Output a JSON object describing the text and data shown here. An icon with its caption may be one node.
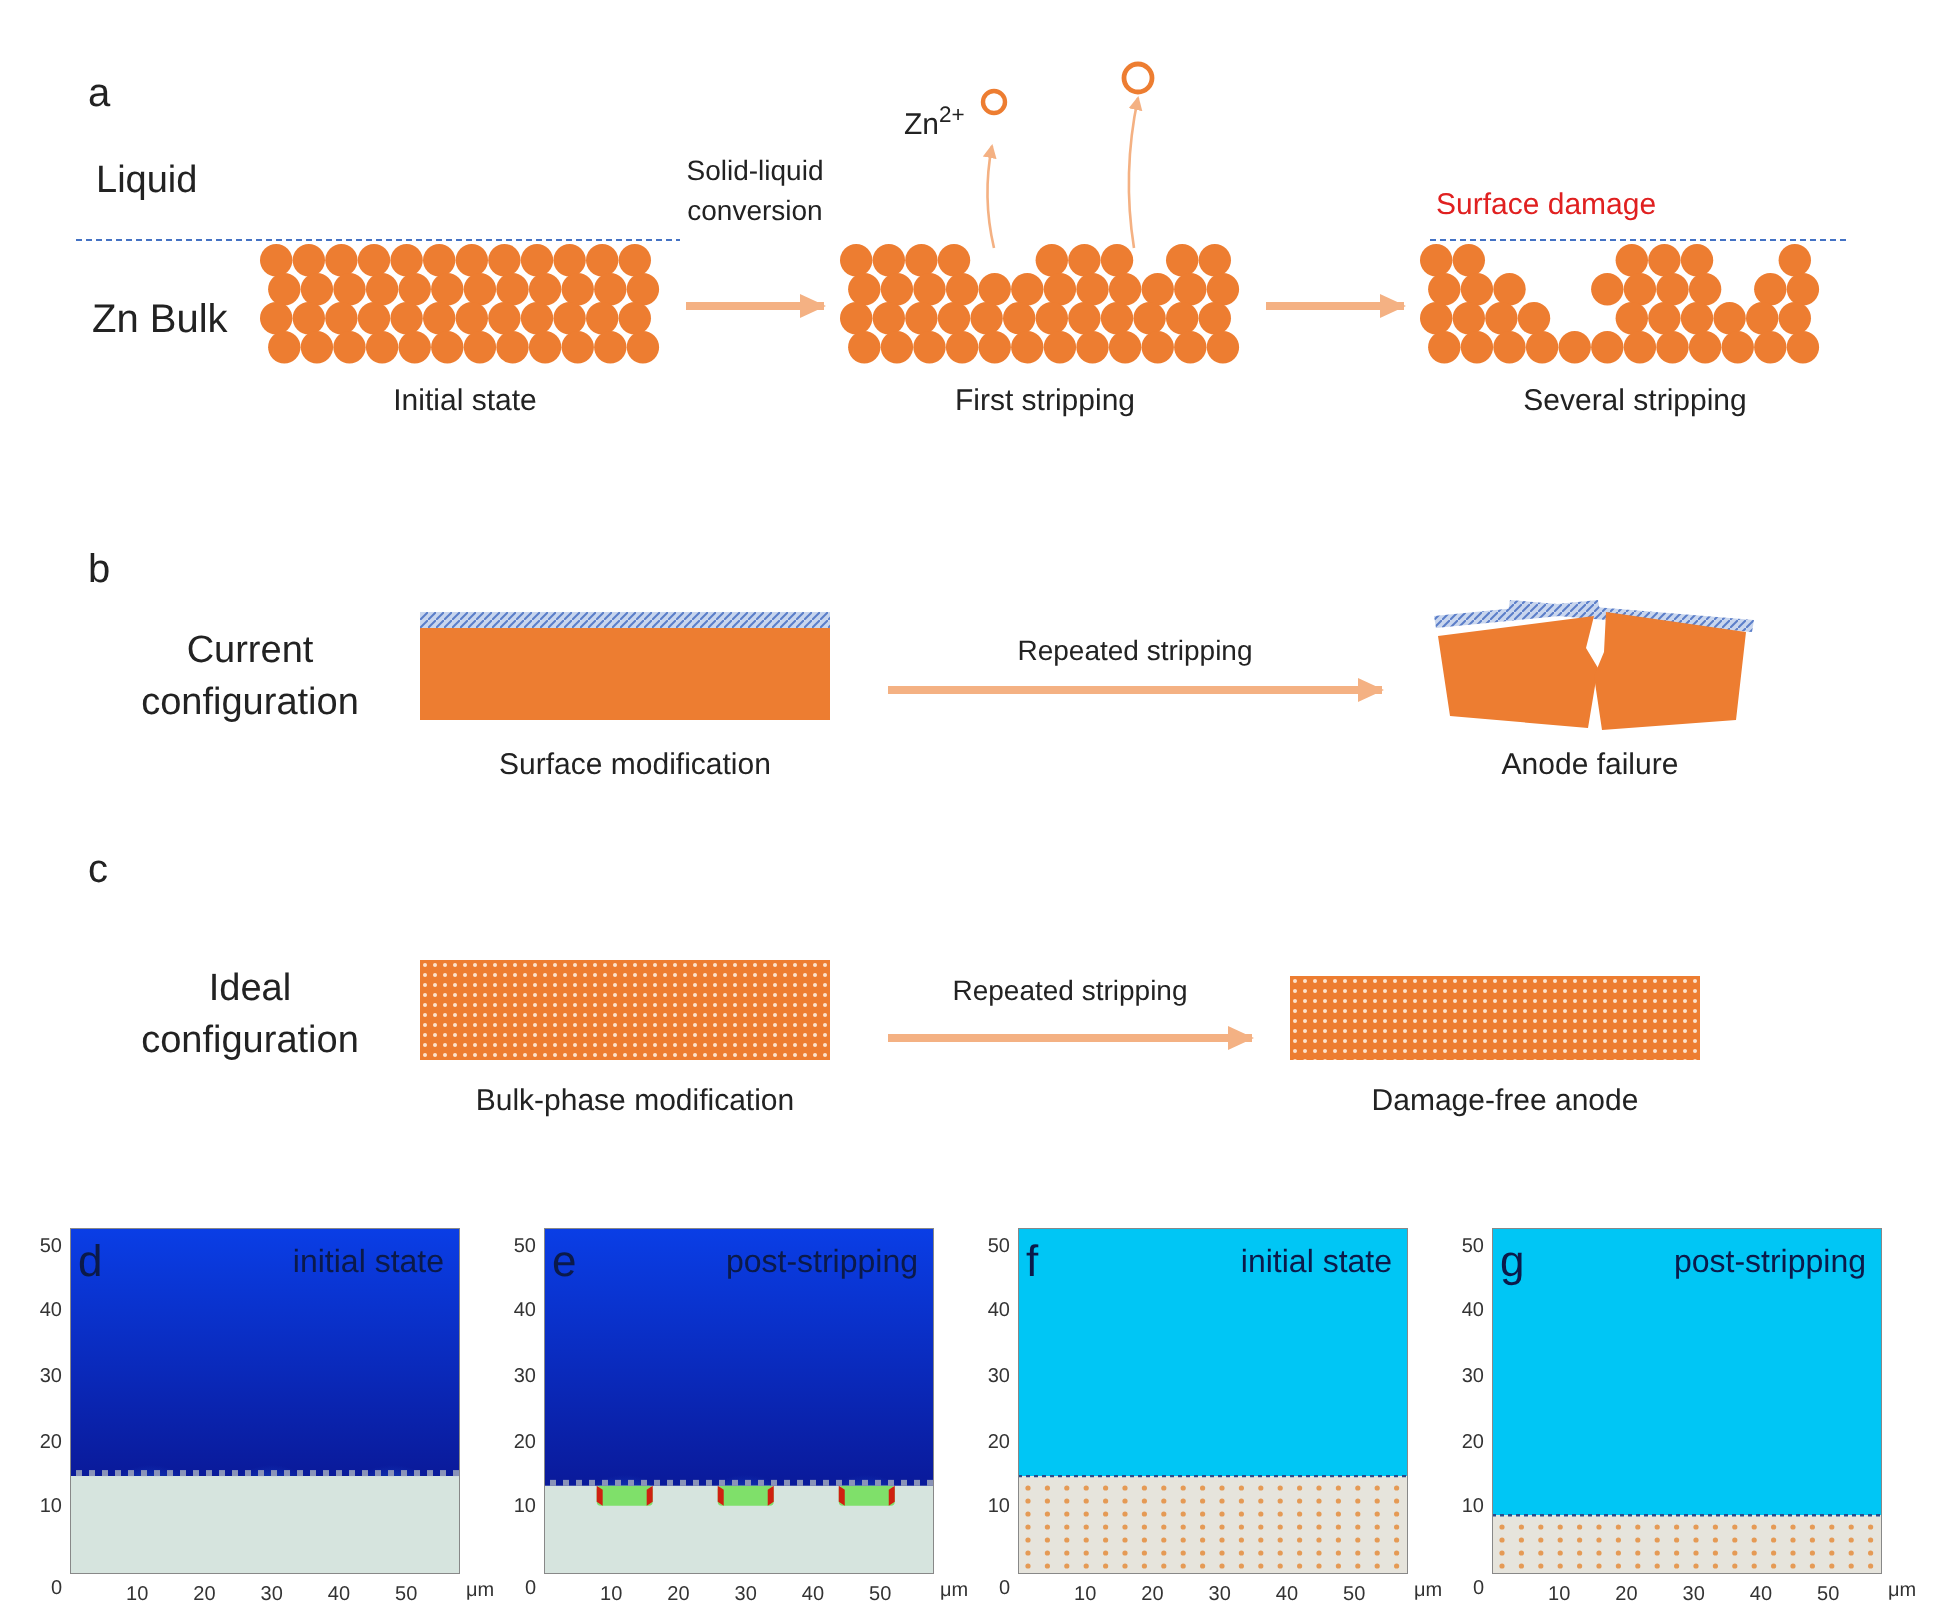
{
  "diagram": {
    "nodes": [
      {
        "text": [
          "Initial state"
        ]
      },
      {
        "text": [
          "First stripping"
        ]
      },
      {
        "text": [
          "Several stripping"
        ]
      },
      {
        "text": [
          "Zn$^{2+}$"
        ]
      },
      {
        "text": [],
        "shape": "circle"
      },
      {
        "text": [
          "Surface modification"
        ]
      },
      {
        "text": [
          "Anode failure"
        ]
      },
      {
        "text": [
          "Bulk-phase modification"
        ]
      },
      {
        "text": [
          "Damage-free anode"
        ]
      }
    ],
    "edges": [
      {
        "from": 0,
        "to": 1,
        "arrow": "to",
        "label": "Solid-liquid conversion"
      },
      {
        "from": 1,
        "to": 3,
        "arrow": "to"
      },
      {
        "from": 1,
        "to": 4,
        "arrow": "to"
      },
      {
        "from": 1,
        "to": 2,
        "arrow": "to"
      },
      {
        "from": 5,
        "to": 6,
        "arrow": "to",
        "label": "Repeated stripping"
      },
      {
        "from": 7,
        "to": 8,
        "arrow": "to",
        "label": "Repeated stripping"
      }
    ],
    "labels": [
      "a",
      "Liquid",
      "Surface damage",
      "Zn Bulk",
      "b",
      "Current configuration",
      "c",
      "Ideal configuration",
      "d",
      "initial state",
      "50",
      "40",
      "30",
      "20",
      "10",
      "0",
      "10",
      "20",
      "30",
      "40",
      "50",
      "μm",
      "e",
      "post-stripping",
      "50",
      "40",
      "30",
      "20",
      "10",
      "0",
      "10",
      "20",
      "30",
      "40",
      "50",
      "μm",
      "f",
      "initial state",
      "50",
      "40",
      "30",
      "20",
      "10",
      "0",
      "10",
      "20",
      "30",
      "40",
      "50",
      "μm",
      "g",
      "post-stripping",
      "50",
      "40",
      "30",
      "20",
      "10",
      "0",
      "10",
      "20",
      "30",
      "40",
      "50",
      "μm"
    ]
  }
}
